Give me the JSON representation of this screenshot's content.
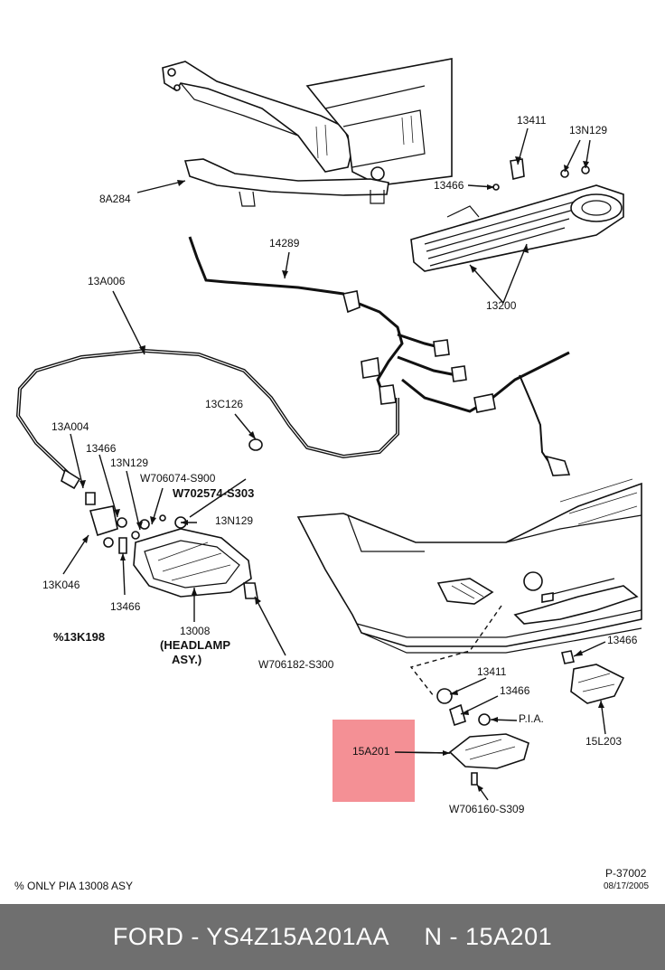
{
  "labels": {
    "8A284": "8A284",
    "13411_top": "13411",
    "13N129_top": "13N129",
    "13466_top": "13466",
    "13200": "13200",
    "14289": "14289",
    "13A006": "13A006",
    "13C126": "13C126",
    "13A004": "13A004",
    "13466_a": "13466",
    "13N129_a": "13N129",
    "W706074": "W706074-S900",
    "W702574": "W702574-S303",
    "13N129_b": "13N129",
    "13K046": "13K046",
    "13466_b": "13466",
    "13K198": "%13K198",
    "13008": "13008",
    "headlamp_1": "(HEADLAMP",
    "headlamp_2": "ASY.)",
    "W706182": "W706182-S300",
    "13466_c": "13466",
    "15L203": "15L203",
    "13411_b": "13411",
    "13466_d": "13466",
    "PIA": "P.I.A.",
    "15A201": "15A201",
    "W706160": "W706160-S309",
    "footnote": "% ONLY PIA 13008 ASY",
    "ref_code": "P-37002",
    "ref_date": "08/17/2005"
  },
  "footer": {
    "text": "FORD - YS4Z15A201AA     N - 15A201"
  },
  "colors": {
    "highlight": "#f38a8f",
    "footer_bg": "#6f6f6f"
  }
}
